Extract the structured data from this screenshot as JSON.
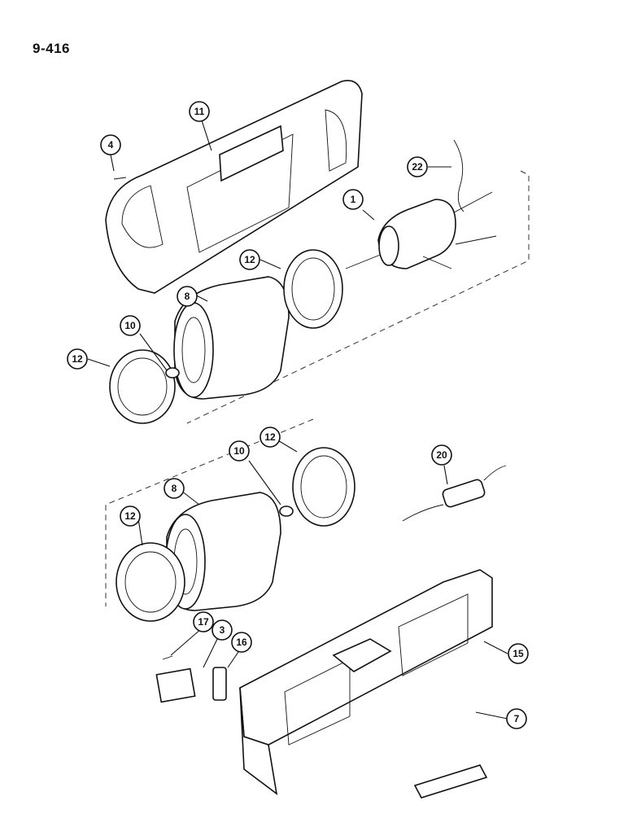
{
  "page": {
    "number": "9-416"
  },
  "callouts": [
    {
      "id": "c11",
      "label": "11"
    },
    {
      "id": "c4",
      "label": "4"
    },
    {
      "id": "c22",
      "label": "22"
    },
    {
      "id": "c1",
      "label": "1"
    },
    {
      "id": "c12a",
      "label": "12"
    },
    {
      "id": "c8a",
      "label": "8"
    },
    {
      "id": "c10a",
      "label": "10"
    },
    {
      "id": "c12b",
      "label": "12"
    },
    {
      "id": "c12c",
      "label": "12"
    },
    {
      "id": "c10b",
      "label": "10"
    },
    {
      "id": "c8b",
      "label": "8"
    },
    {
      "id": "c12d",
      "label": "12"
    },
    {
      "id": "c20",
      "label": "20"
    },
    {
      "id": "c17",
      "label": "17"
    },
    {
      "id": "c3",
      "label": "3"
    },
    {
      "id": "c16",
      "label": "16"
    },
    {
      "id": "c15",
      "label": "15"
    },
    {
      "id": "c7",
      "label": "7"
    }
  ]
}
